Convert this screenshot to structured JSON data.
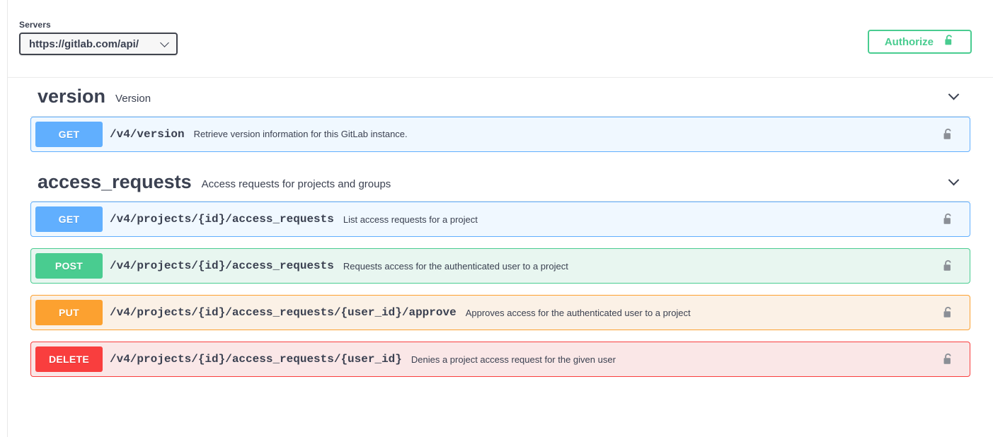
{
  "scheme": {
    "servers_label": "Servers",
    "selected_server": "https://gitlab.com/api/",
    "server_options": [
      "https://gitlab.com/api/"
    ],
    "caret_icon": "chevron-down-icon",
    "authorize_label": "Authorize",
    "authorize_icon": "unlocked-padlock-icon",
    "authorize_color": "#49cc90"
  },
  "colors": {
    "get": "#61affe",
    "post": "#49cc90",
    "put": "#fca130",
    "delete": "#f93e3e",
    "text": "#3b4151"
  },
  "sections": [
    {
      "tag": "version",
      "description": "Version",
      "expand_icon": "chevron-down-icon",
      "operations": [
        {
          "method": "GET",
          "path": "/v4/version",
          "summary": "Retrieve version information for this GitLab instance.",
          "lock_icon": "unlocked-padlock-icon"
        }
      ]
    },
    {
      "tag": "access_requests",
      "description": "Access requests for projects and groups",
      "expand_icon": "chevron-down-icon",
      "operations": [
        {
          "method": "GET",
          "path": "/v4/projects/{id}/access_requests",
          "summary": "List access requests for a project",
          "lock_icon": "unlocked-padlock-icon"
        },
        {
          "method": "POST",
          "path": "/v4/projects/{id}/access_requests",
          "summary": "Requests access for the authenticated user to a project",
          "lock_icon": "unlocked-padlock-icon"
        },
        {
          "method": "PUT",
          "path": "/v4/projects/{id}/access_requests/{user_id}/approve",
          "summary": "Approves access for the authenticated user to a project",
          "lock_icon": "unlocked-padlock-icon"
        },
        {
          "method": "DELETE",
          "path": "/v4/projects/{id}/access_requests/{user_id}",
          "summary": "Denies a project access request for the given user",
          "lock_icon": "unlocked-padlock-icon"
        }
      ]
    }
  ]
}
